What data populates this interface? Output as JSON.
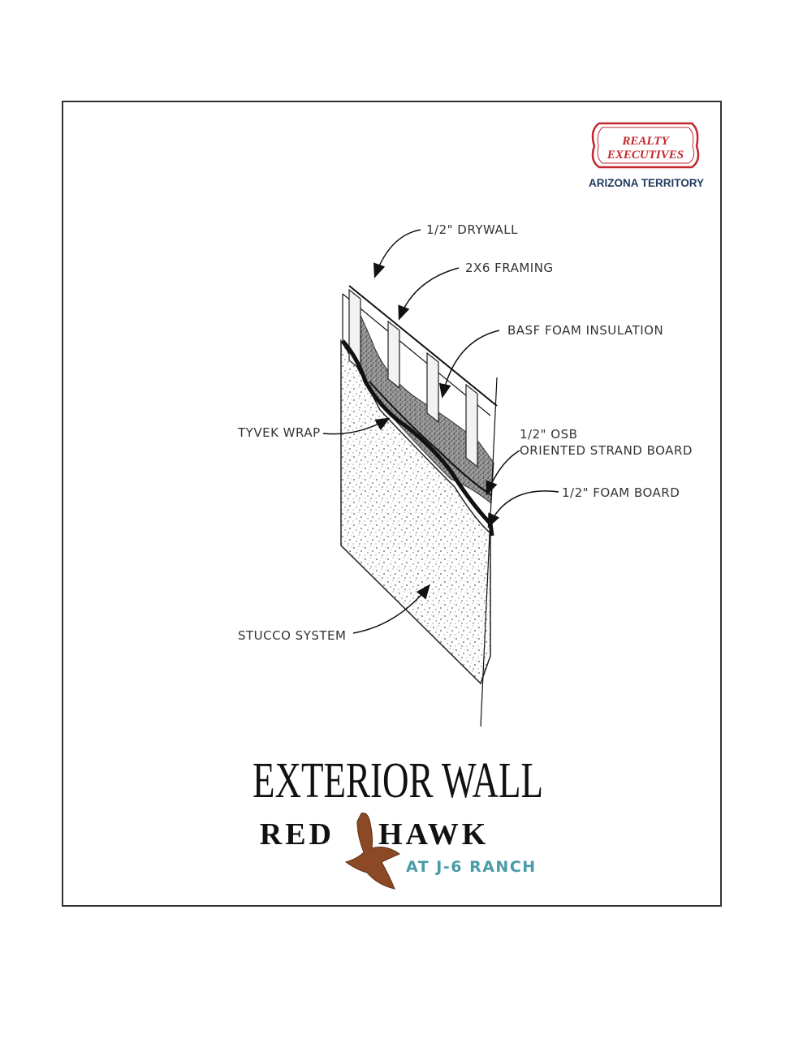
{
  "brand": {
    "name_line1": "REALTY",
    "name_line2": "EXECUTIVES",
    "region": "ARIZONA TERRITORY",
    "colors": {
      "red": "#c1272d",
      "navy": "#1f3a5f"
    }
  },
  "diagram": {
    "labels": {
      "drywall": "1/2\" DRYWALL",
      "framing": "2X6 FRAMING",
      "insulation": "BASF FOAM INSULATION",
      "osb_line1": "1/2\" OSB",
      "osb_line2": "ORIENTED STRAND BOARD",
      "foam_board": "1/2\" FOAM BOARD",
      "tyvek": "TYVEK WRAP",
      "stucco": "STUCCO SYSTEM"
    }
  },
  "title": "EXTERIOR WALL",
  "community": {
    "name_left": "RED",
    "name_right": "HAWK",
    "subtitle": "AT J-6 RANCH",
    "colors": {
      "hawk": "#8b4a25",
      "teal": "#4a9ca8"
    }
  }
}
